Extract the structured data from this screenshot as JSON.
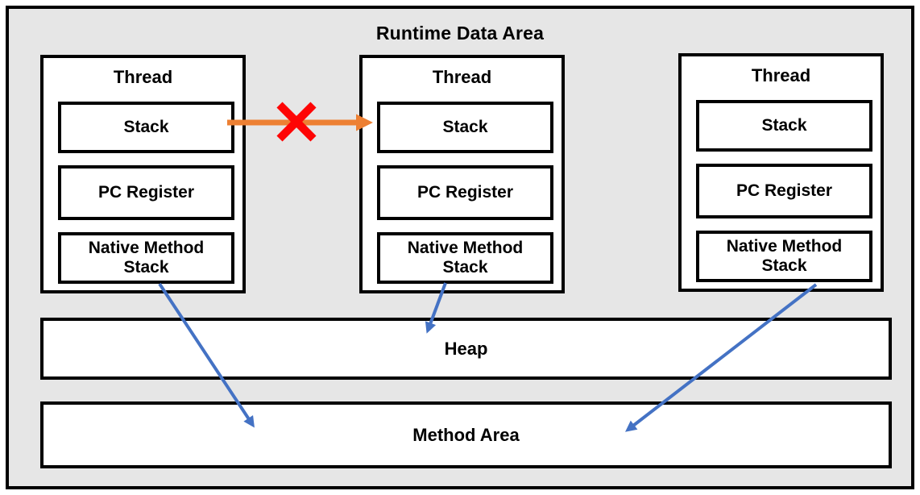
{
  "title": "Runtime Data Area",
  "threads": [
    {
      "label": "Thread",
      "components": [
        "Stack",
        "PC Register",
        "Native Method Stack"
      ]
    },
    {
      "label": "Thread",
      "components": [
        "Stack",
        "PC Register",
        "Native Method Stack"
      ]
    },
    {
      "label": "Thread",
      "components": [
        "Stack",
        "PC Register",
        "Native Method Stack"
      ]
    }
  ],
  "heap": {
    "label": "Heap"
  },
  "method_area": {
    "label": "Method Area"
  },
  "arrows": [
    {
      "from": "thread-1-stack",
      "to": "thread-2-stack",
      "style": "orange-blocked",
      "annotation": "red cross indicates stacks are not shared between threads"
    },
    {
      "from": "thread-1-native-method-stack",
      "to": "method-area",
      "style": "blue"
    },
    {
      "from": "thread-2-native-method-stack",
      "to": "heap",
      "style": "blue"
    },
    {
      "from": "thread-3-native-method-stack",
      "to": "method-area",
      "style": "blue"
    }
  ],
  "colors": {
    "diagram_background": "#e6e6e6",
    "box_fill": "#ffffff",
    "border": "#000000",
    "arrow_blue": "#4472c4",
    "arrow_orange": "#ed8033",
    "cross_red": "#fe0505"
  }
}
